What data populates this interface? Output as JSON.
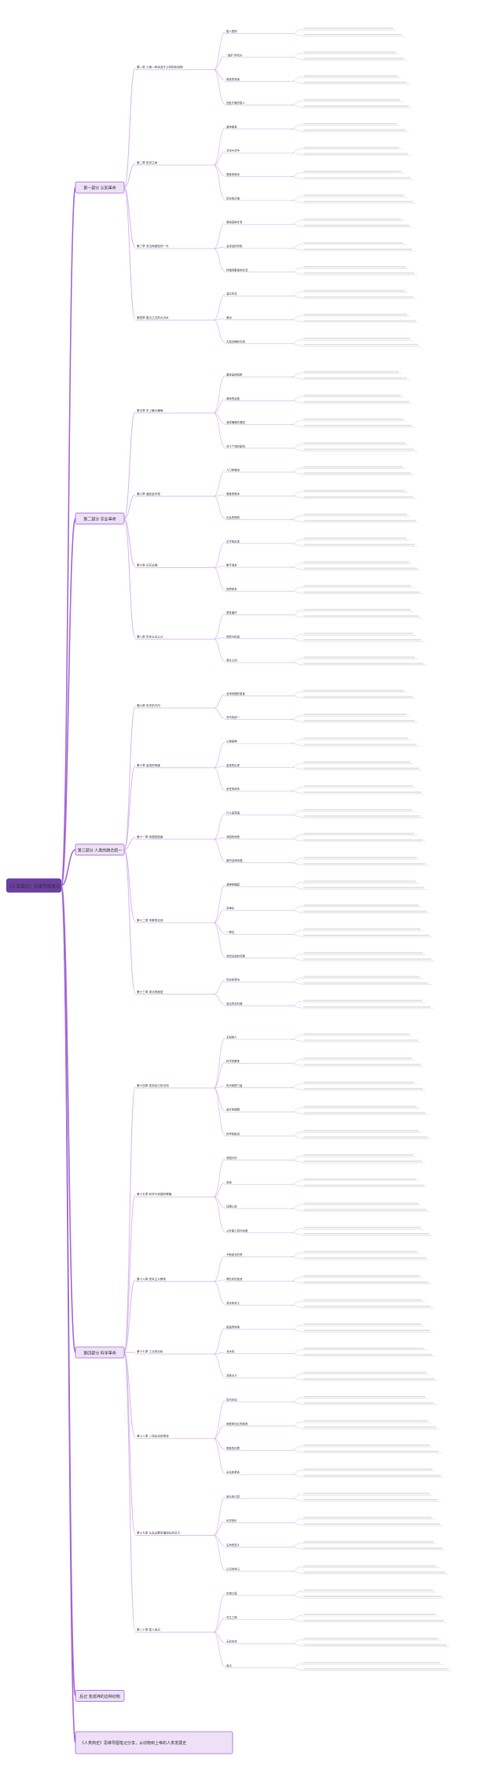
{
  "root": {
    "label": "《人类简史》思维导图笔记",
    "color": "#6A3FA0",
    "text_color": "#ffffff"
  },
  "branch_color": "#A66BD6",
  "line_color": "#D7B8EC",
  "section_fill": "#EDE0F7",
  "sections": [
    {
      "label": "第一部分 认知革命",
      "chapters": [
        {
          "label": "第一章 人类一种也没什么特别的动物",
          "topics": [
            "智人登场",
            "“进步”的代价",
            "家族的背景",
            "四处扩散的智人"
          ]
        },
        {
          "label": "第二章 知识之树",
          "topics": [
            "虚构故事",
            "文化与合作",
            "想象的秩序",
            "历史的开端"
          ]
        },
        {
          "label": "第三章 亚当和夏娃的一天",
          "topics": [
            "原始富裕社会",
            "会说话的衣柜",
            "狩猎采集者的生活"
          ]
        },
        {
          "label": "第四章 毁灭之灾的大洪水",
          "topics": [
            "澳大利亚",
            "美洲",
            "大型动物的灭绝"
          ]
        }
      ]
    },
    {
      "label": "第二部分 农业革命",
      "chapters": [
        {
          "label": "第五章 史上最大骗局",
          "topics": [
            "奢侈品的陷阱",
            "革命的实践",
            "造成骗局的原因",
            "对于个体的影响"
          ]
        },
        {
          "label": "第六章 盖起金字塔",
          "topics": [
            "人口的增加",
            "想象的秩序",
            "社会的规则"
          ]
        },
        {
          "label": "第七章 记忆过载",
          "topics": [
            "文字的出现",
            "数字语言",
            "官僚体系"
          ]
        },
        {
          "label": "第八章 历史从无公义",
          "topics": [
            "恶性循环",
            "性别与阶级",
            "男女之间"
          ]
        }
      ]
    },
    {
      "label": "第三部分 人类的融合统一",
      "chapters": [
        {
          "label": "第九章 历史的方向",
          "topics": [
            "全球帝国的愿景",
            "货币的统一"
          ]
        },
        {
          "label": "第十章 金钱的味道",
          "topics": [
            "以物易物",
            "金钱的出现",
            "信任的体系"
          ]
        },
        {
          "label": "第十一章 帝国的愿景",
          "topics": [
            "什么是帝国",
            "帝国的邪恶",
            "新的全球帝国"
          ]
        },
        {
          "label": "第十二章 宗教的法则",
          "topics": [
            "诸神的崛起",
            "多神论",
            "一神论",
            "自然法则的宗教"
          ]
        },
        {
          "label": "第十三章 成功的秘密",
          "topics": [
            "历史的混沌",
            "盲目的克利俄"
          ]
        }
      ]
    },
    {
      "label": "第四部分 科学革命",
      "chapters": [
        {
          "label": "第十四章 发现自己的无知",
          "topics": [
            "无知的人",
            "科学的教条",
            "知识就是力量",
            "进步的理想",
            "科学的投资"
          ]
        },
        {
          "label": "第十五章 科学与帝国的联姻",
          "topics": [
            "帝国为何",
            "探索",
            "征服心态",
            "从外星人到外来者"
          ]
        },
        {
          "label": "第十六章 资本主义教条",
          "topics": [
            "不断成长的饼",
            "哥伦布的投资",
            "资本的名义"
          ]
        },
        {
          "label": "第十七章 工业的巨轮",
          "topics": [
            "能量的转换",
            "流水线",
            "消费主义"
          ]
        },
        {
          "label": "第十八章 一场永远的革命",
          "topics": [
            "现代时间",
            "家庭和社区的崩溃",
            "想象的社群",
            "永远的革命"
          ]
        },
        {
          "label": "第十九章 从此过着幸福快乐的日子",
          "topics": [
            "快乐的计算",
            "化学快乐",
            "生命的意义",
            "认识你自己"
          ]
        },
        {
          "label": "第二十章 智人末日",
          "topics": [
            "生物工程",
            "仿生工程",
            "无机生命",
            "奇点"
          ]
        }
      ]
    },
    {
      "label": "后记 变成神的这种动物",
      "chapters": []
    }
  ],
  "closing": {
    "label": "《人类简史》思维导图笔记分享，从动物到上帝的人类发展史"
  }
}
